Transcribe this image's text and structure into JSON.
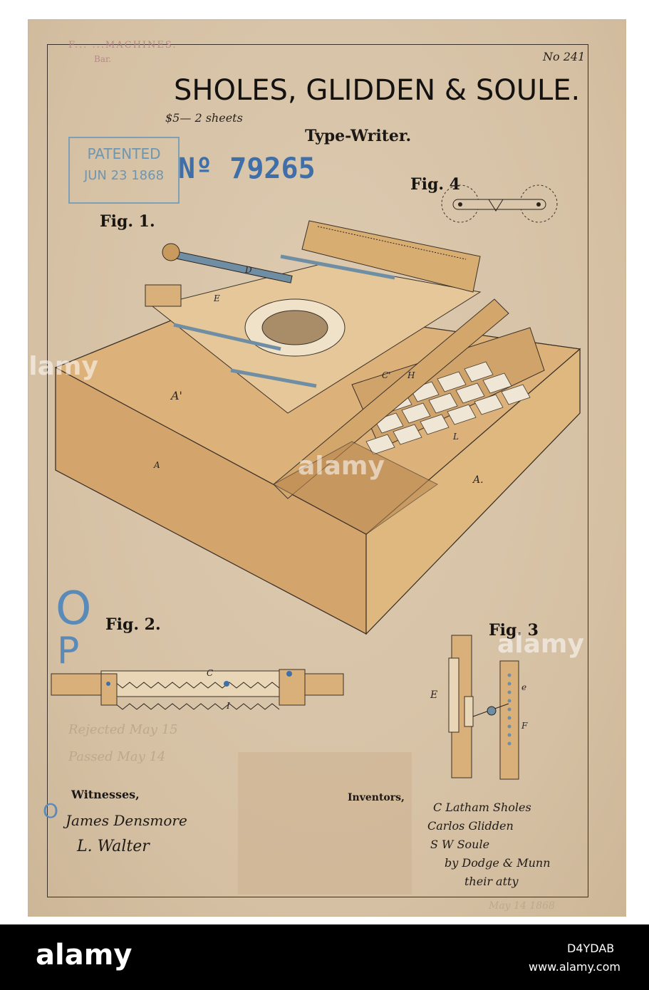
{
  "document": {
    "header_faint": "F... ...MACHINES.",
    "header_faint2": "Bar.",
    "title": "SHOLES, GLIDDEN & SOULE.",
    "subtitle": "Type-Writer.",
    "stamp_line1": "PATENTED",
    "stamp_line2": "JUN 23 1868",
    "patent_number": "Nº 79265",
    "fee_note": "$5— 2 sheets",
    "corner_note": "No 241",
    "fig1_label": "Fig. 1.",
    "fig2_label": "Fig. 2.",
    "fig3_label": "Fig. 3",
    "fig4_label": "Fig. 4",
    "witnesses_label": "Witnesses,",
    "witness1": "James Densmore",
    "witness2": "L. Walter",
    "inventors_label": "Inventors,",
    "inventor1": "C Latham Sholes",
    "inventor2": "Carlos Glidden",
    "inventor3": "S W Soule",
    "attorney1": "by Dodge & Munn",
    "attorney2": "their atty",
    "faint_note1": "Rejected May 15",
    "faint_note2": "Passed May 14",
    "faint_bottom": "May 14 1868",
    "margin_mark_o": "O",
    "margin_mark_p": "P",
    "margin_mark_o2": "O"
  },
  "parts": {
    "A_prime": "A'",
    "A": "A",
    "A2": "A.",
    "C": "C",
    "H": "H",
    "I": "I",
    "E": "E",
    "e": "e",
    "F": "F",
    "C_prime": "C'",
    "D": "D",
    "L": "L"
  },
  "footer": {
    "logo": "alamy",
    "image_id": "D4YDAB",
    "url": "www.alamy.com",
    "watermark": "alamy"
  },
  "colors": {
    "paper": "#d9c6ab",
    "wood_top": "#d6aa6c",
    "wood_side": "#dcb37a",
    "metal_blue": "#6f8ea4",
    "ink": "#1c1815",
    "stamp_blue": "#6f96ae"
  }
}
